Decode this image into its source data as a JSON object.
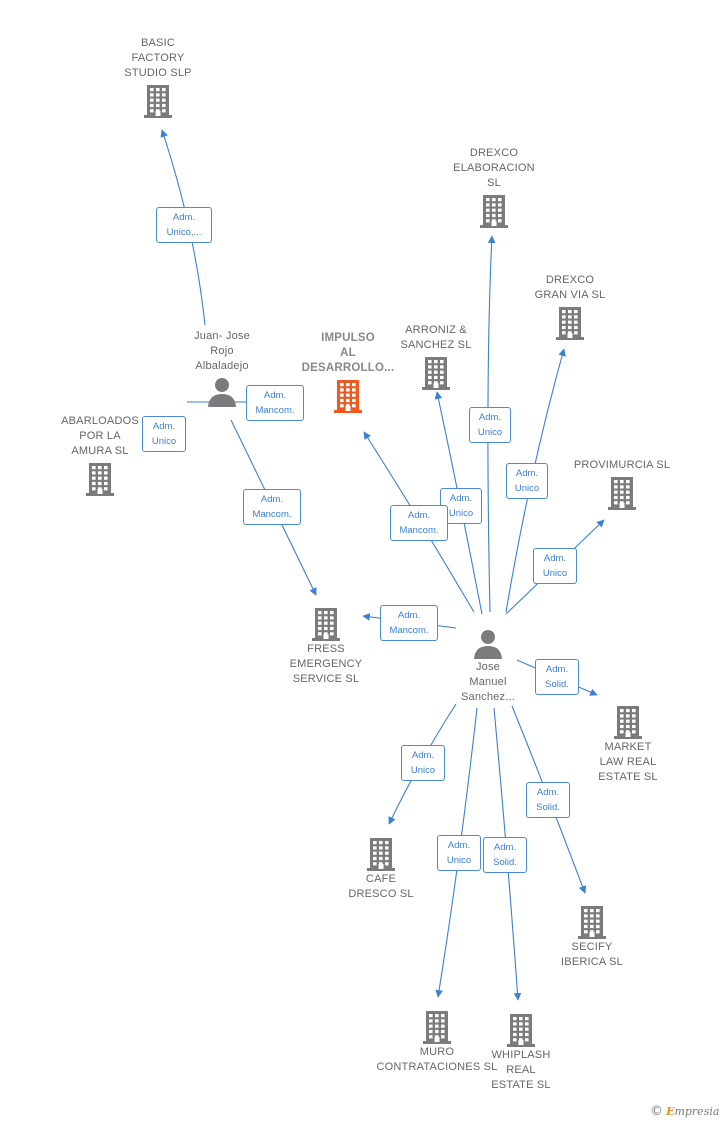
{
  "colors": {
    "edge": "#3d7fd1",
    "building": "#7b7b7b",
    "building_main": "#f05a22",
    "person": "#7b7b7b"
  },
  "nodes": [
    {
      "id": "basic",
      "type": "company",
      "label": "BASIC\nFACTORY\nSTUDIO  SLP"
    },
    {
      "id": "drexco_elab",
      "type": "company",
      "label": "DREXCO\nELABORACION\nSL"
    },
    {
      "id": "drexco_gv",
      "type": "company",
      "label": "DREXCO\nGRAN VIA  SL"
    },
    {
      "id": "juan",
      "type": "person",
      "label": "Juan-  Jose\nRojo\nAlbaladejo"
    },
    {
      "id": "impulso",
      "type": "company",
      "label": "IMPULSO\nAL\nDESARROLLO...",
      "main": true
    },
    {
      "id": "arroniz",
      "type": "company",
      "label": "ARRONIZ &\nSANCHEZ SL"
    },
    {
      "id": "abarloados",
      "type": "company",
      "label": "ABARLOADOS\nPOR LA\nAMURA SL"
    },
    {
      "id": "provimurcia",
      "type": "company",
      "label": "PROVIMURCIA SL"
    },
    {
      "id": "fress",
      "type": "company",
      "label": "FRESS\nEMERGENCY\nSERVICE SL"
    },
    {
      "id": "jose",
      "type": "person",
      "label": "Jose\nManuel\nSanchez..."
    },
    {
      "id": "market",
      "type": "company",
      "label": "MARKET\nLAW REAL\nESTATE  SL"
    },
    {
      "id": "cafe",
      "type": "company",
      "label": "CAFE\nDRESCO  SL"
    },
    {
      "id": "secify",
      "type": "company",
      "label": "SECIFY\nIBERICA  SL"
    },
    {
      "id": "muro",
      "type": "company",
      "label": "MURO\nCONTRATACIONES SL"
    },
    {
      "id": "whiplash",
      "type": "company",
      "label": "WHIPLASH\nREAL\nESTATE  SL"
    }
  ],
  "edges": [
    {
      "id": "e1",
      "label": "Adm.\nUnico,..."
    },
    {
      "id": "e2",
      "label": "Adm.\nMancom."
    },
    {
      "id": "e3",
      "label": "Adm.\nUnico"
    },
    {
      "id": "e4",
      "label": "Adm.\nMancom."
    },
    {
      "id": "e5",
      "label": "Adm.\nUnico"
    },
    {
      "id": "e6",
      "label": "Adm.\nUnico"
    },
    {
      "id": "e7",
      "label": "Adm.\nUnico"
    },
    {
      "id": "e8",
      "label": "Adm.\nUnico"
    },
    {
      "id": "e9",
      "label": "Adm.\nMancom."
    },
    {
      "id": "e10",
      "label": "Adm.\nMancom."
    },
    {
      "id": "e11",
      "label": "Adm.\nSolid."
    },
    {
      "id": "e12",
      "label": "Adm.\nUnico"
    },
    {
      "id": "e13",
      "label": "Adm.\nSolid."
    },
    {
      "id": "e14",
      "label": "Adm.\nUnico"
    },
    {
      "id": "e15",
      "label": "Adm.\nSolid."
    }
  ],
  "brand": {
    "copyright": "©",
    "name_first": "E",
    "name_rest": "mpresia"
  }
}
